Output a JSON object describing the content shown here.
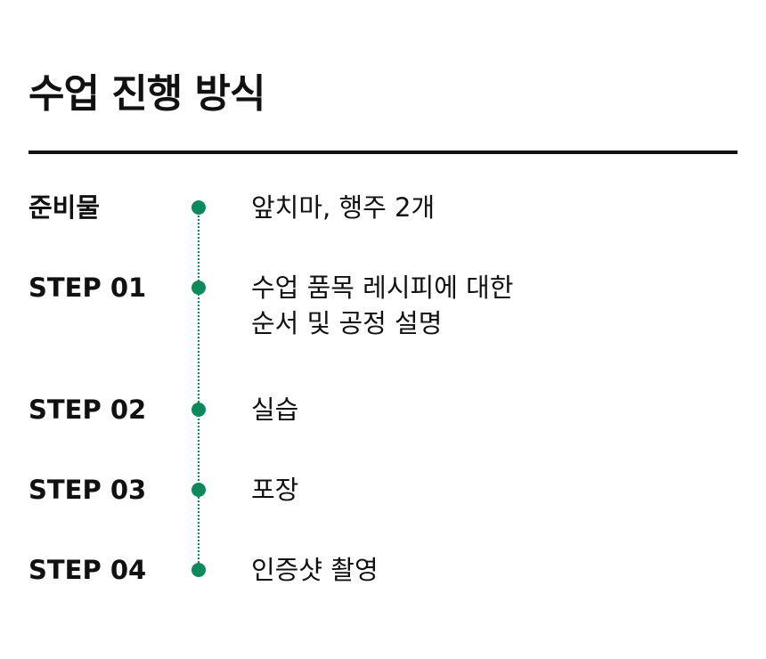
{
  "title": "수업 진행 방식",
  "accent_color": "#0b8a5c",
  "rows": [
    {
      "label": "준비물",
      "desc_lines": [
        "앞치마, 행주 2개"
      ]
    },
    {
      "label": "STEP 01",
      "desc_lines": [
        "수업 품목 레시피에 대한",
        "순서 및 공정 설명"
      ]
    },
    {
      "label": "STEP 02",
      "desc_lines": [
        "실습"
      ]
    },
    {
      "label": "STEP 03",
      "desc_lines": [
        "포장"
      ]
    },
    {
      "label": "STEP 04",
      "desc_lines": [
        "인증샷 촬영"
      ]
    }
  ]
}
